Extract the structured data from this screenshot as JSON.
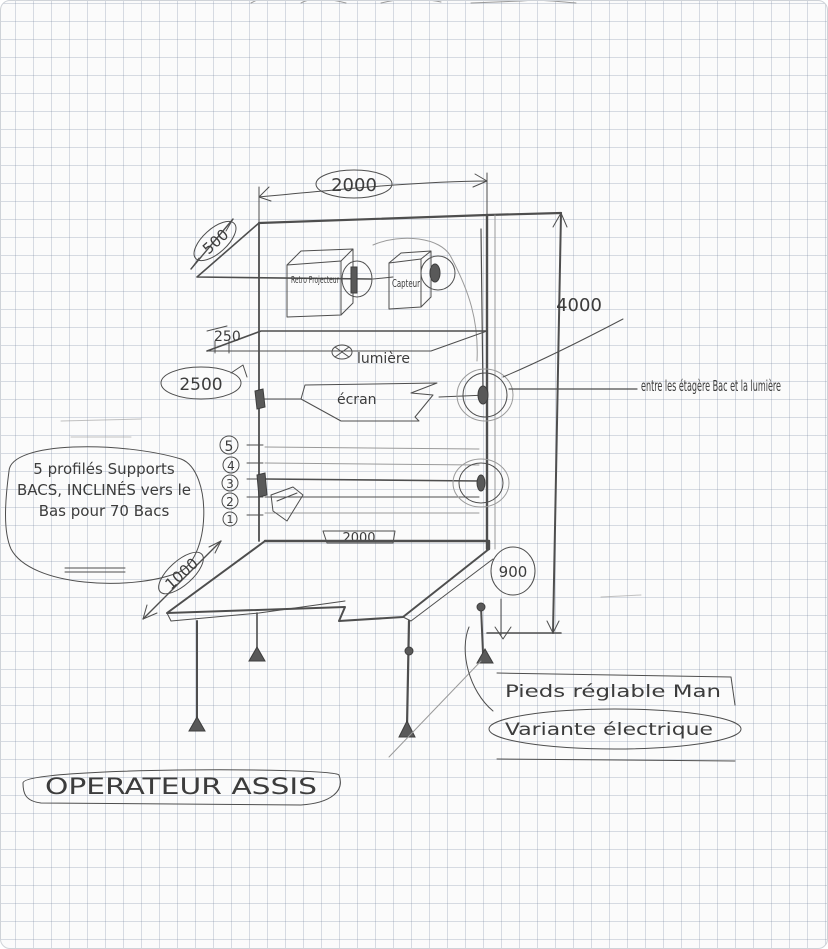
{
  "sketch": {
    "dim_width": "2000",
    "dim_depth": "500",
    "dim_height": "4000",
    "dim_shelf_gap": "250",
    "dim_base": "2500",
    "dim_desk_width": "2000",
    "dim_desk_depth": "1000",
    "dim_desk_height": "900",
    "label_retro": "Retro Projecteur",
    "label_capteur": "Capteur",
    "label_lumiere": "lumière",
    "label_ecran": "écran",
    "shelf_numbers": [
      "5",
      "4",
      "3",
      "2",
      "1"
    ],
    "note_between": "entre les étagère Bac et la lumière",
    "note_profiles": "5 profilés Supports BACS, INCLINÉS vers le Bas pour 70 Bacs",
    "note_feet_adjustable": "Pieds réglable Man",
    "note_feet_electric": "Variante électrique",
    "title_operator": "OPERATEUR ASSIS"
  }
}
